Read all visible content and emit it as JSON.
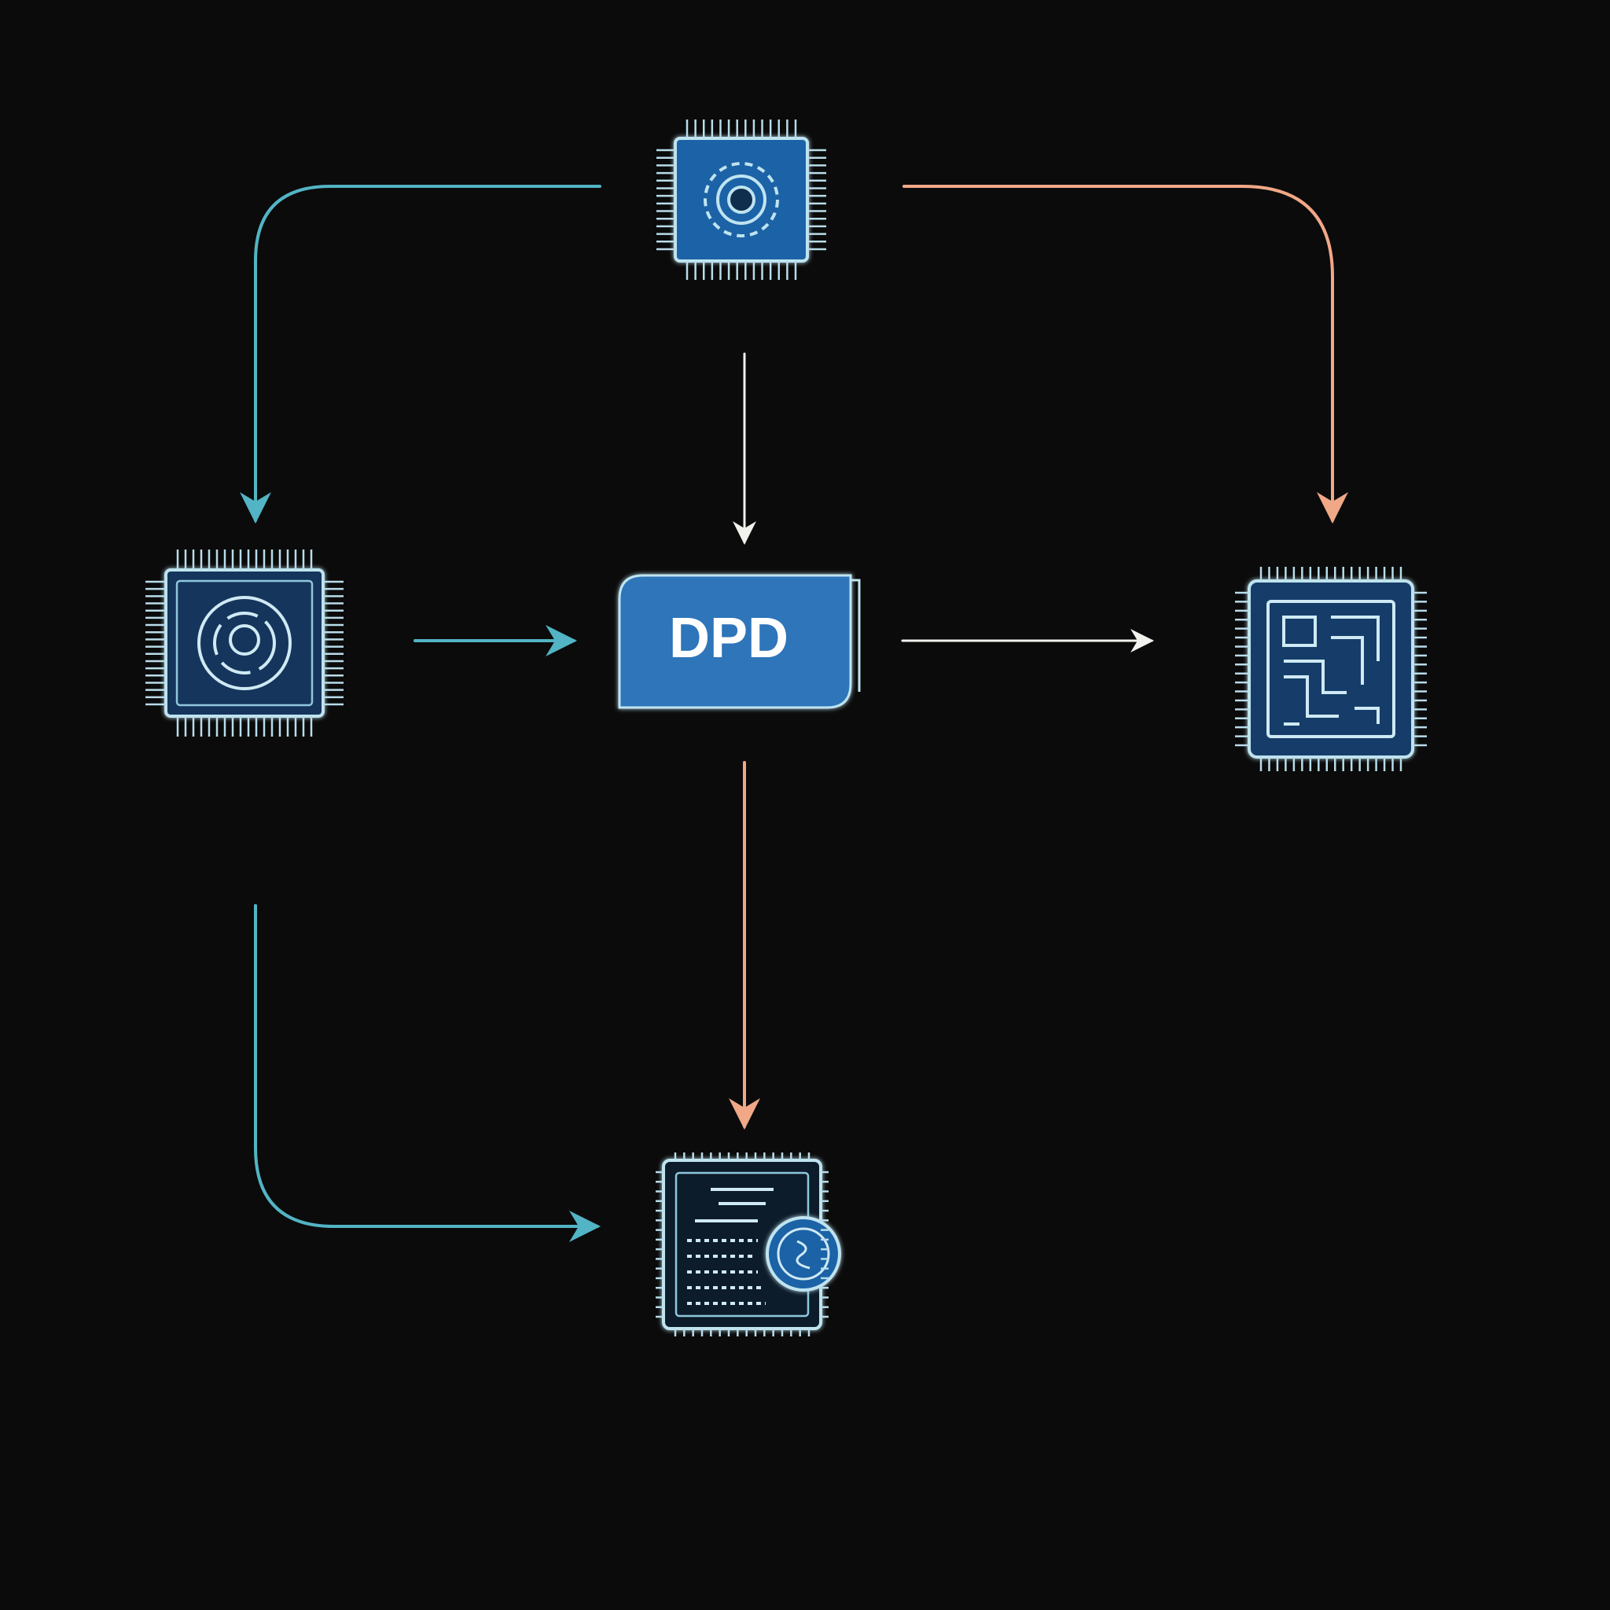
{
  "diagram": {
    "center_label": "DPD",
    "colors": {
      "background": "#0b0b0b",
      "teal_arrow": "#52b4c4",
      "white_arrow": "#f1f1ee",
      "orange_arrow": "#f1a887",
      "chip_fill": "#1e62a6",
      "chip_outline": "#bfe4f0",
      "dpd_fill": "#2f74ba"
    },
    "nodes": [
      {
        "id": "top-chip",
        "icon": "gear-chip-icon"
      },
      {
        "id": "left-chip",
        "icon": "ring-chip-icon"
      },
      {
        "id": "dpd-block",
        "icon": "dpd-block"
      },
      {
        "id": "right-chip",
        "icon": "maze-chip-icon"
      },
      {
        "id": "bottom-chip",
        "icon": "document-seal-chip-icon"
      }
    ],
    "edges": [
      {
        "from": "top-chip",
        "to": "left-chip",
        "color": "teal"
      },
      {
        "from": "top-chip",
        "to": "right-chip",
        "color": "orange"
      },
      {
        "from": "top-chip",
        "to": "dpd-block",
        "color": "white"
      },
      {
        "from": "left-chip",
        "to": "dpd-block",
        "color": "teal"
      },
      {
        "from": "dpd-block",
        "to": "right-chip",
        "color": "white"
      },
      {
        "from": "dpd-block",
        "to": "bottom-chip",
        "color": "orange"
      },
      {
        "from": "left-chip",
        "to": "bottom-chip",
        "color": "teal"
      }
    ]
  }
}
